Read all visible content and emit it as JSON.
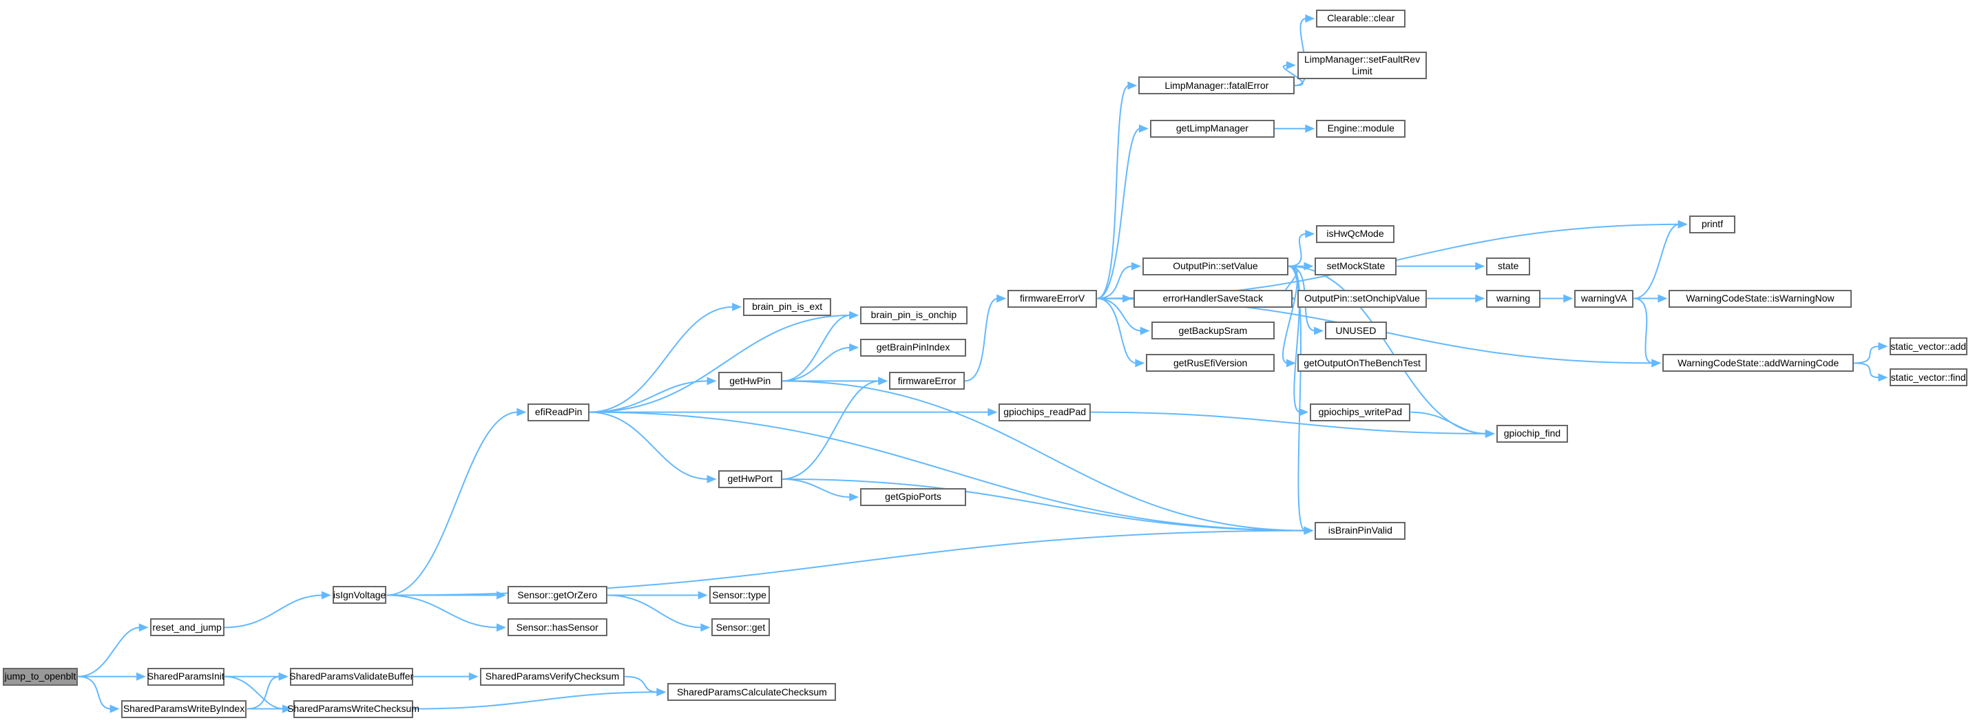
{
  "edge_color": "#63b8ff",
  "root_fill": "#999999",
  "nodes": [
    {
      "id": "jump_to_openblt",
      "label": "jump_to_openblt",
      "root": true
    },
    {
      "id": "reset_and_jump",
      "label": "reset_and_jump"
    },
    {
      "id": "SharedParamsInit",
      "label": "SharedParamsInit"
    },
    {
      "id": "SharedParamsWriteByIndex",
      "label": "SharedParamsWriteByIndex"
    },
    {
      "id": "isIgnVoltage",
      "label": "isIgnVoltage"
    },
    {
      "id": "Sensor_getOrZero",
      "label": "Sensor::getOrZero"
    },
    {
      "id": "Sensor_hasSensor",
      "label": "Sensor::hasSensor"
    },
    {
      "id": "Sensor_type",
      "label": "Sensor::type"
    },
    {
      "id": "Sensor_get",
      "label": "Sensor::get"
    },
    {
      "id": "SharedParamsValidateBuffer",
      "label": "SharedParamsValidateBuffer"
    },
    {
      "id": "SharedParamsWriteChecksum",
      "label": "SharedParamsWriteChecksum"
    },
    {
      "id": "SharedParamsVerifyChecksum",
      "label": "SharedParamsVerifyChecksum"
    },
    {
      "id": "SharedParamsCalculateChecksum",
      "label": "SharedParamsCalculateChecksum"
    },
    {
      "id": "efiReadPin",
      "label": "efiReadPin"
    },
    {
      "id": "brain_pin_is_ext",
      "label": "brain_pin_is_ext"
    },
    {
      "id": "brain_pin_is_onchip",
      "label": "brain_pin_is_onchip"
    },
    {
      "id": "getHwPin",
      "label": "getHwPin"
    },
    {
      "id": "getBrainPinIndex",
      "label": "getBrainPinIndex"
    },
    {
      "id": "firmwareError",
      "label": "firmwareError"
    },
    {
      "id": "gpiochips_readPad",
      "label": "gpiochips_readPad"
    },
    {
      "id": "getHwPort",
      "label": "getHwPort"
    },
    {
      "id": "getGpioPorts",
      "label": "getGpioPorts"
    },
    {
      "id": "isBrainPinValid",
      "label": "isBrainPinValid"
    },
    {
      "id": "firmwareErrorV",
      "label": "firmwareErrorV"
    },
    {
      "id": "LimpManager_fatalError",
      "label": "LimpManager::fatalError"
    },
    {
      "id": "getLimpManager",
      "label": "getLimpManager"
    },
    {
      "id": "Clearable_clear",
      "label": "Clearable::clear"
    },
    {
      "id": "LimpManager_setFaultRevLimit",
      "label": "LimpManager::setFaultRev\nLimit"
    },
    {
      "id": "Engine_module",
      "label": "Engine::module"
    },
    {
      "id": "OutputPin_setValue",
      "label": "OutputPin::setValue"
    },
    {
      "id": "errorHandlerSaveStack",
      "label": "errorHandlerSaveStack"
    },
    {
      "id": "getBackupSram",
      "label": "getBackupSram"
    },
    {
      "id": "getRusEfiVersion",
      "label": "getRusEfiVersion"
    },
    {
      "id": "isHwQcMode",
      "label": "isHwQcMode"
    },
    {
      "id": "setMockState",
      "label": "setMockState"
    },
    {
      "id": "OutputPin_setOnchipValue",
      "label": "OutputPin::setOnchipValue"
    },
    {
      "id": "UNUSED",
      "label": "UNUSED"
    },
    {
      "id": "getOutputOnTheBenchTest",
      "label": "getOutputOnTheBenchTest"
    },
    {
      "id": "gpiochips_writePad",
      "label": "gpiochips_writePad"
    },
    {
      "id": "gpiochip_find",
      "label": "gpiochip_find"
    },
    {
      "id": "state",
      "label": "state"
    },
    {
      "id": "warning",
      "label": "warning"
    },
    {
      "id": "warningVA",
      "label": "warningVA"
    },
    {
      "id": "printf",
      "label": "printf"
    },
    {
      "id": "WarningCodeState_isWarningNow",
      "label": "WarningCodeState::isWarningNow"
    },
    {
      "id": "WarningCodeState_addWarningCode",
      "label": "WarningCodeState::addWarningCode"
    },
    {
      "id": "static_vector_add",
      "label": "static_vector::add"
    },
    {
      "id": "static_vector_find",
      "label": "static_vector::find"
    }
  ],
  "edges": [
    [
      "jump_to_openblt",
      "reset_and_jump"
    ],
    [
      "jump_to_openblt",
      "SharedParamsInit"
    ],
    [
      "jump_to_openblt",
      "SharedParamsWriteByIndex"
    ],
    [
      "reset_and_jump",
      "isIgnVoltage"
    ],
    [
      "isIgnVoltage",
      "efiReadPin"
    ],
    [
      "isIgnVoltage",
      "isBrainPinValid"
    ],
    [
      "isIgnVoltage",
      "Sensor_getOrZero"
    ],
    [
      "isIgnVoltage",
      "Sensor_hasSensor"
    ],
    [
      "Sensor_getOrZero",
      "Sensor_type"
    ],
    [
      "Sensor_getOrZero",
      "Sensor_get"
    ],
    [
      "SharedParamsInit",
      "SharedParamsValidateBuffer"
    ],
    [
      "SharedParamsInit",
      "SharedParamsWriteChecksum"
    ],
    [
      "SharedParamsWriteByIndex",
      "SharedParamsValidateBuffer"
    ],
    [
      "SharedParamsWriteByIndex",
      "SharedParamsWriteChecksum"
    ],
    [
      "SharedParamsValidateBuffer",
      "SharedParamsVerifyChecksum"
    ],
    [
      "SharedParamsVerifyChecksum",
      "SharedParamsCalculateChecksum"
    ],
    [
      "SharedParamsWriteChecksum",
      "SharedParamsCalculateChecksum"
    ],
    [
      "efiReadPin",
      "brain_pin_is_ext"
    ],
    [
      "efiReadPin",
      "brain_pin_is_onchip"
    ],
    [
      "efiReadPin",
      "getHwPin"
    ],
    [
      "efiReadPin",
      "gpiochips_readPad"
    ],
    [
      "efiReadPin",
      "getHwPort"
    ],
    [
      "efiReadPin",
      "isBrainPinValid"
    ],
    [
      "getHwPin",
      "brain_pin_is_onchip"
    ],
    [
      "getHwPin",
      "getBrainPinIndex"
    ],
    [
      "getHwPin",
      "firmwareError"
    ],
    [
      "getHwPin",
      "isBrainPinValid"
    ],
    [
      "getHwPort",
      "firmwareError"
    ],
    [
      "getHwPort",
      "getGpioPorts"
    ],
    [
      "getHwPort",
      "isBrainPinValid"
    ],
    [
      "firmwareError",
      "firmwareErrorV"
    ],
    [
      "gpiochips_readPad",
      "gpiochip_find"
    ],
    [
      "firmwareErrorV",
      "LimpManager_fatalError"
    ],
    [
      "firmwareErrorV",
      "getLimpManager"
    ],
    [
      "firmwareErrorV",
      "printf"
    ],
    [
      "firmwareErrorV",
      "OutputPin_setValue"
    ],
    [
      "firmwareErrorV",
      "errorHandlerSaveStack"
    ],
    [
      "firmwareErrorV",
      "getBackupSram"
    ],
    [
      "firmwareErrorV",
      "getRusEfiVersion"
    ],
    [
      "firmwareErrorV",
      "WarningCodeState_addWarningCode"
    ],
    [
      "LimpManager_fatalError",
      "Clearable_clear"
    ],
    [
      "LimpManager_fatalError",
      "LimpManager_setFaultRevLimit"
    ],
    [
      "getLimpManager",
      "Engine_module"
    ],
    [
      "OutputPin_setValue",
      "isHwQcMode"
    ],
    [
      "OutputPin_setValue",
      "setMockState"
    ],
    [
      "OutputPin_setValue",
      "OutputPin_setOnchipValue"
    ],
    [
      "OutputPin_setValue",
      "UNUSED"
    ],
    [
      "OutputPin_setValue",
      "getOutputOnTheBenchTest"
    ],
    [
      "OutputPin_setValue",
      "gpiochips_writePad"
    ],
    [
      "OutputPin_setValue",
      "isBrainPinValid"
    ],
    [
      "OutputPin_setValue",
      "gpiochip_find"
    ],
    [
      "setMockState",
      "state"
    ],
    [
      "OutputPin_setOnchipValue",
      "warning"
    ],
    [
      "warning",
      "warningVA"
    ],
    [
      "warningVA",
      "printf"
    ],
    [
      "warningVA",
      "WarningCodeState_isWarningNow"
    ],
    [
      "warningVA",
      "WarningCodeState_addWarningCode"
    ],
    [
      "WarningCodeState_addWarningCode",
      "static_vector_add"
    ],
    [
      "WarningCodeState_addWarningCode",
      "static_vector_find"
    ],
    [
      "gpiochips_writePad",
      "gpiochip_find"
    ]
  ]
}
